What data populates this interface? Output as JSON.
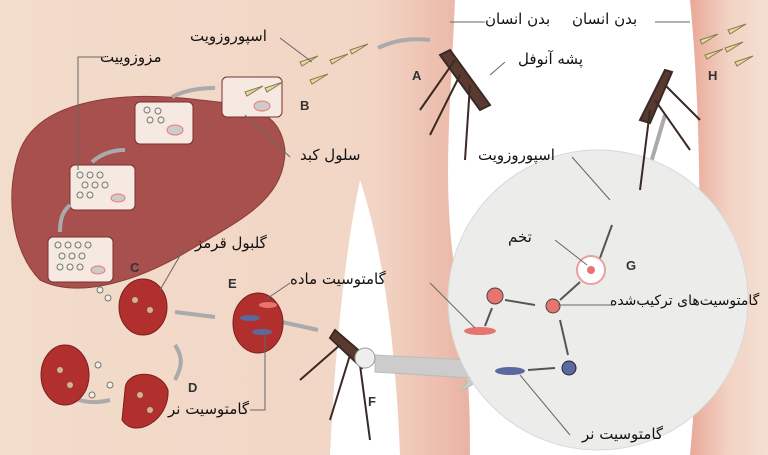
{
  "labels": {
    "human_body_1": "بدن انسان",
    "human_body_2": "بدن انسان",
    "anopheles_mosquito": "پشه آنوفل",
    "sporozoite_top": "اسپوروزویت",
    "merozoite": "مزوزوییت",
    "liver_cell": "سلول کبد",
    "red_blood_cell": "گلبول قرمز",
    "female_gametocyte": "گامتوسیت ماده",
    "male_gametocyte_left": "گامتوسیت نر",
    "sporozoite_mosquito": "اسپوروزویت",
    "zygote": "تخم",
    "combined_gametocytes": "گامتوسیت‌های ترکیب‌شده",
    "male_gametocyte_right": "گامتوسیت نر"
  },
  "stages": [
    "A",
    "B",
    "C",
    "D",
    "E",
    "F",
    "G",
    "H"
  ],
  "colors": {
    "skin": "#f2dccb",
    "skin_edge": "#eab3a3",
    "liver": "#a8504e",
    "cell": "#f6e9e2",
    "rbc": "#b1302d",
    "circle": "#ececea",
    "female": "#e9746e",
    "male": "#5a6a9e"
  }
}
